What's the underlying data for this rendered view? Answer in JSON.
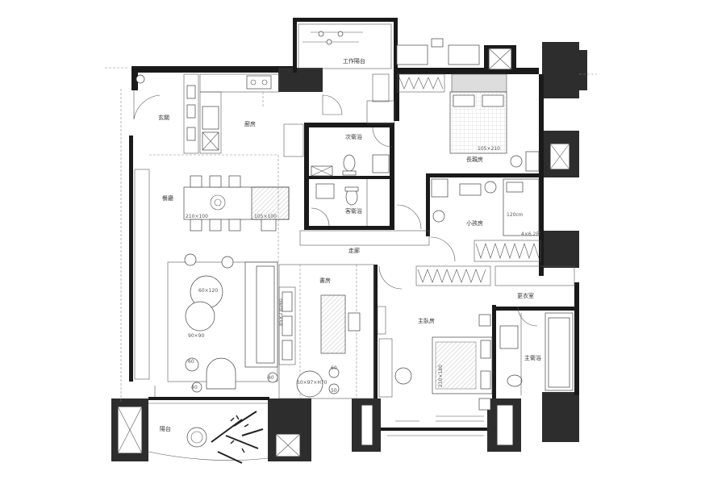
{
  "rooms": {
    "work_balcony": "工作陽台",
    "entrance": "玄關",
    "kitchen": "廚房",
    "common_bath_1": "次衛浴",
    "guest_bath": "客衛浴",
    "dining": "餐廳",
    "corridor": "走廊",
    "elder_room": "長親房",
    "kids_room": "小孩房",
    "study": "書房",
    "closet": "更衣室",
    "master_room": "主臥房",
    "master_bath": "主衛浴",
    "balcony": "陽台"
  },
  "dimensions": {
    "dining_table": "210×100",
    "dining_cabinet": "105×100",
    "elder_bed": "105×210",
    "kids_bed_w": "120cm",
    "kids_bed_size": "4×6.2尺",
    "coffee_table_1": "60×120",
    "coffee_table_2": "90×90",
    "sofa": "85×230/60",
    "side_1": "60",
    "side_2": "40",
    "side_3": "40",
    "lounge": "50×97×H70",
    "stool_1": "60",
    "stool_2": "50",
    "master_bed": "210×180"
  }
}
